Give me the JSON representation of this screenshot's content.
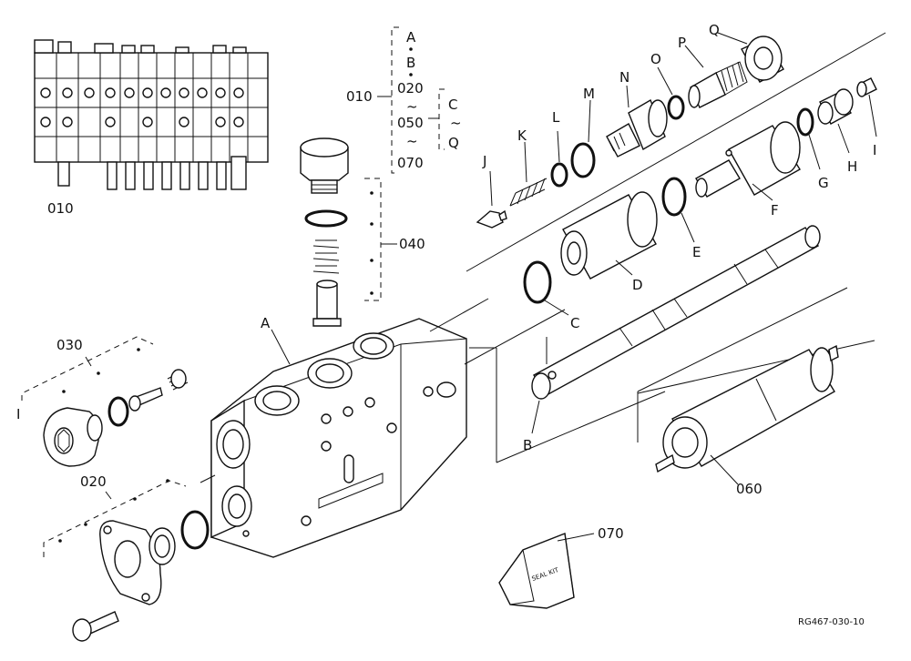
{
  "labels": {
    "A": "A",
    "B": "B",
    "C": "C",
    "D": "D",
    "E": "E",
    "F": "F",
    "G": "G",
    "H": "H",
    "I": "I",
    "J": "J",
    "K": "K",
    "L": "L",
    "M": "M",
    "N": "N",
    "O": "O",
    "P": "P",
    "Q": "Q",
    "I2": "I",
    "A2": "A",
    "B2": "B",
    "C2": "C",
    "Q2": "Q",
    "tilde1": "~",
    "tilde2": "~",
    "tilde3": "~"
  },
  "codes": {
    "c010_top": "010",
    "c010_assy": "010",
    "c020_top": "020",
    "c050": "050",
    "c070_top": "070",
    "c020": "020",
    "c030": "030",
    "c040": "040",
    "c060": "060",
    "c070": "070"
  },
  "kit_text": "SEAL KIT",
  "reference": "RG467-030-10"
}
